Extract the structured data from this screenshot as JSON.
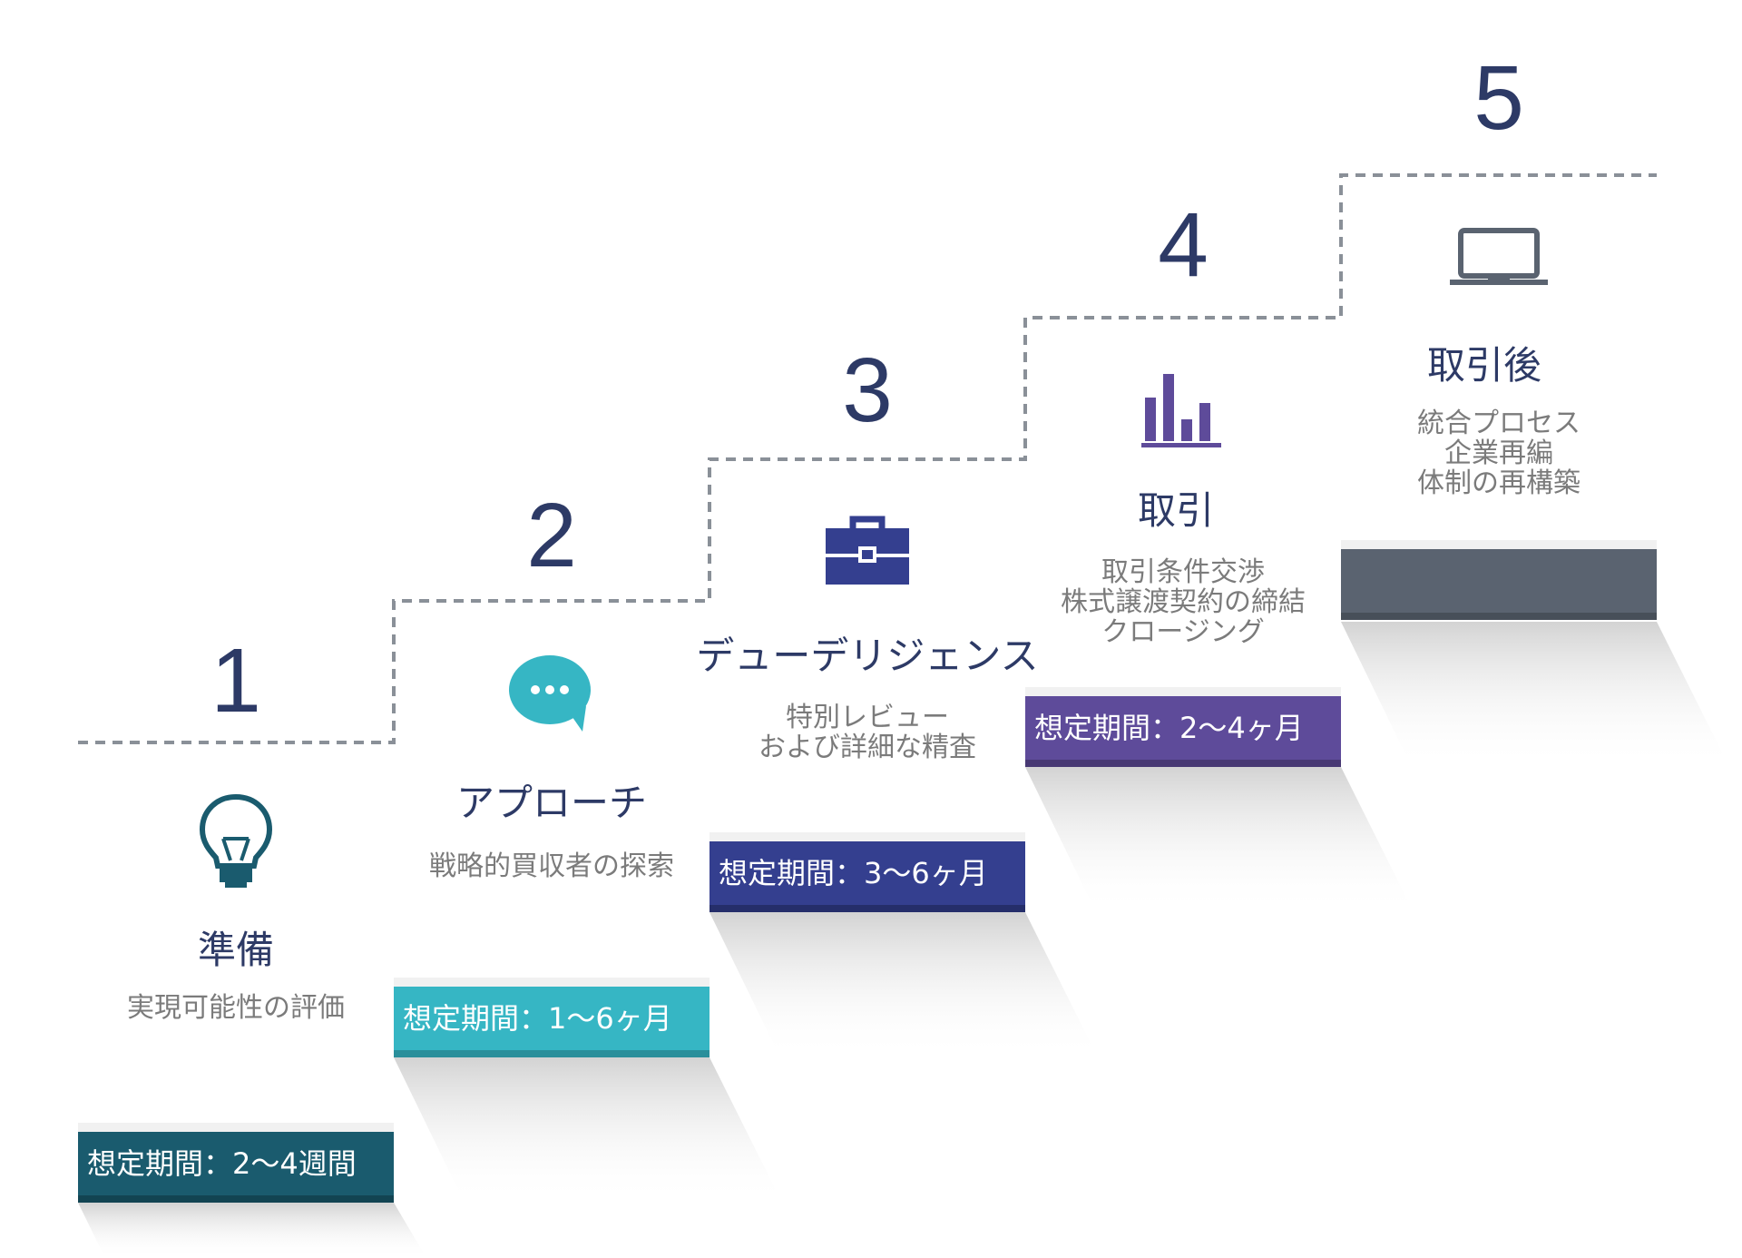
{
  "steps": [
    {
      "number": "1",
      "title": "準備",
      "description": [
        "実現可能性の評価"
      ],
      "period": "想定期間：2〜4週間",
      "icon": "lightbulb-icon",
      "color": "#1a5b6e",
      "base_color": "#124452"
    },
    {
      "number": "2",
      "title": "アプローチ",
      "description": [
        "戦略的買収者の探索"
      ],
      "period": "想定期間：1〜6ヶ月",
      "icon": "chat-bubble-icon",
      "color": "#36b6c4",
      "base_color": "#2a8f9b"
    },
    {
      "number": "3",
      "title": "デューデリジェンス",
      "description": [
        "特別レビュー",
        "および詳細な精査"
      ],
      "period": "想定期間：3〜6ヶ月",
      "icon": "briefcase-icon",
      "color": "#343f8f",
      "base_color": "#252e6a"
    },
    {
      "number": "4",
      "title": "取引",
      "description": [
        "取引条件交渉",
        "株式譲渡契約の締結",
        "クロージング"
      ],
      "period": "想定期間：2〜4ヶ月",
      "icon": "bar-chart-icon",
      "color": "#5e4b9a",
      "base_color": "#473873"
    },
    {
      "number": "5",
      "title": "取引後",
      "description": [
        "統合プロセス",
        "企業再編",
        "体制の再構築"
      ],
      "period": "",
      "icon": "laptop-icon",
      "color": "#5a6370",
      "base_color": "#474f59"
    }
  ],
  "colors": {
    "number": "#2d3a66",
    "title": "#2d3a66",
    "description": "#7b7b7b",
    "dash": "#8a9098"
  }
}
